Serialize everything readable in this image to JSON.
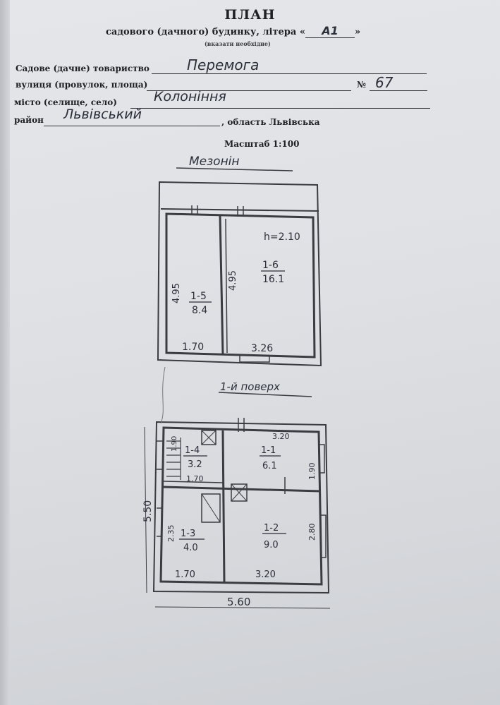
{
  "header": {
    "title": "ПЛАН",
    "subtitle": "садового (дачного) будинку, літера «",
    "subtitle_end": "»",
    "litera": "А1",
    "note": "(вказати необхідне)"
  },
  "fields": {
    "society_label": "Садове (дачне) товариство",
    "society_value": "Перемога",
    "street_label": "вулиця (провулок, площа)",
    "number_label": "№",
    "number_value": "67",
    "city_label": "місто (селище, село)",
    "city_value": "Колоніння",
    "district_label": "район",
    "district_value": "Львівський",
    "region_text": ", область Львівська"
  },
  "scale": "Масштаб 1:100",
  "floors": {
    "mezzanine": {
      "label": "Мезонін",
      "height": "h=2.10",
      "rooms": [
        {
          "id": "1-5",
          "area": "8.4",
          "length": "4.95",
          "width": "1.70"
        },
        {
          "id": "1-6",
          "area": "16.1",
          "length": "4.95",
          "width": "3.26"
        }
      ]
    },
    "first": {
      "label": "1-й поверх",
      "rooms": [
        {
          "id": "1-4",
          "area": "3.2",
          "dim_a": "1.90",
          "dim_b": "1.70"
        },
        {
          "id": "1-1",
          "area": "6.1",
          "dim_a": "3.20",
          "dim_b": "1.90"
        },
        {
          "id": "1-3",
          "area": "4.0",
          "dim_a": "2.35",
          "dim_b": "1.70"
        },
        {
          "id": "1-2",
          "area": "9.0",
          "dim_a": "3.20",
          "dim_b": "2.80"
        }
      ],
      "overall_width": "5.60",
      "overall_depth": "5.50"
    }
  }
}
